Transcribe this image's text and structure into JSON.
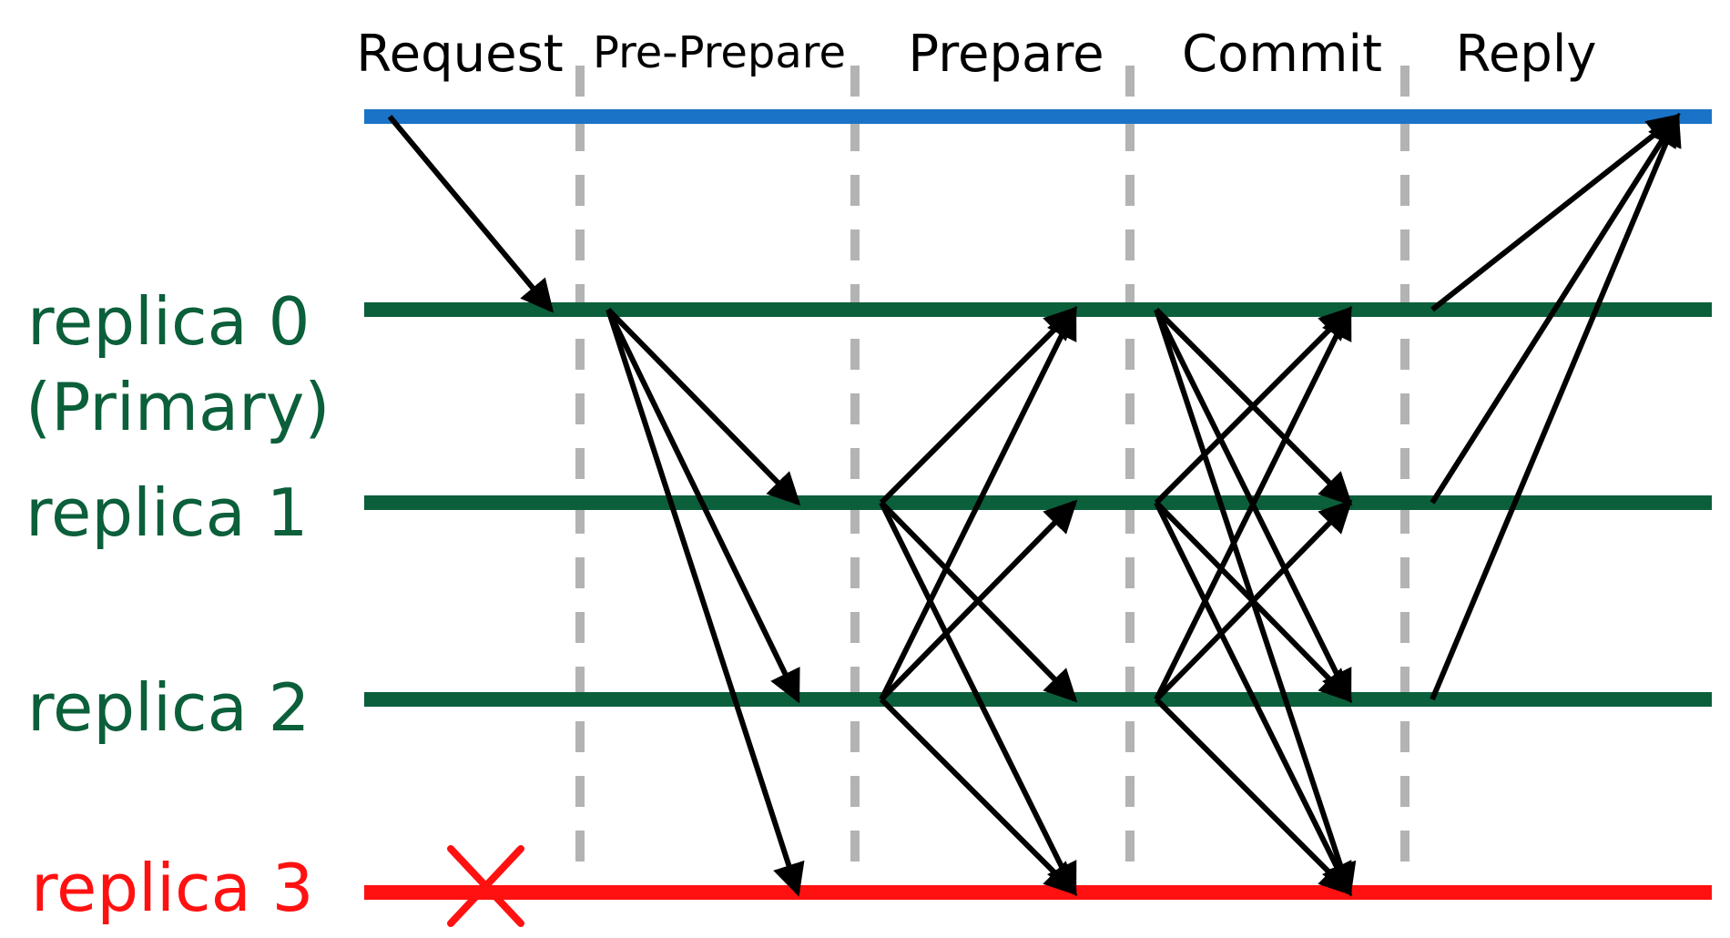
{
  "phases": [
    "Request",
    "Pre-Prepare",
    "Prepare",
    "Commit",
    "Reply"
  ],
  "lines": [
    {
      "id": "client",
      "label": "",
      "label_sub": "",
      "color": "#1a73c6"
    },
    {
      "id": "replica-0",
      "label": "replica 0",
      "label_sub": "(Primary)",
      "color": "#0b5f3a"
    },
    {
      "id": "replica-1",
      "label": "replica 1",
      "label_sub": "",
      "color": "#0b5f3a"
    },
    {
      "id": "replica-2",
      "label": "replica 2",
      "label_sub": "",
      "color": "#0b5f3a"
    },
    {
      "id": "replica-3",
      "label": "replica 3",
      "label_sub": "",
      "color": "#ff1111",
      "failed": true
    }
  ],
  "messages": {
    "request": [
      [
        "client",
        "replica-0"
      ]
    ],
    "pre_prepare": [
      [
        "replica-0",
        "replica-1"
      ],
      [
        "replica-0",
        "replica-2"
      ],
      [
        "replica-0",
        "replica-3"
      ]
    ],
    "prepare": [
      [
        "replica-1",
        "replica-0"
      ],
      [
        "replica-1",
        "replica-2"
      ],
      [
        "replica-1",
        "replica-3"
      ],
      [
        "replica-2",
        "replica-0"
      ],
      [
        "replica-2",
        "replica-1"
      ],
      [
        "replica-2",
        "replica-3"
      ]
    ],
    "commit": [
      [
        "replica-0",
        "replica-1"
      ],
      [
        "replica-0",
        "replica-2"
      ],
      [
        "replica-0",
        "replica-3"
      ],
      [
        "replica-1",
        "replica-0"
      ],
      [
        "replica-1",
        "replica-2"
      ],
      [
        "replica-1",
        "replica-3"
      ],
      [
        "replica-2",
        "replica-0"
      ],
      [
        "replica-2",
        "replica-1"
      ],
      [
        "replica-2",
        "replica-3"
      ]
    ],
    "reply": [
      [
        "replica-0",
        "client"
      ],
      [
        "replica-1",
        "client"
      ],
      [
        "replica-2",
        "client"
      ]
    ]
  },
  "colors": {
    "divider": "#b3b3b3",
    "arrow": "#000000",
    "fail_mark": "#ff1111"
  }
}
